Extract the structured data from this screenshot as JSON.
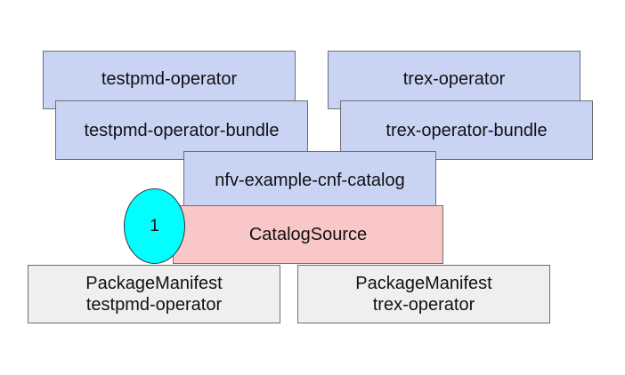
{
  "diagram": {
    "operators": {
      "testpmd": {
        "operator_label": "testpmd-operator",
        "bundle_label": "testpmd-operator-bundle"
      },
      "trex": {
        "operator_label": "trex-operator",
        "bundle_label": "trex-operator-bundle"
      }
    },
    "catalog": {
      "image_label": "nfv-example-cnf-catalog",
      "source_label": "CatalogSource",
      "callout_number": "1"
    },
    "package_manifests": [
      {
        "kind": "PackageManifest",
        "name": "testpmd-operator"
      },
      {
        "kind": "PackageManifest",
        "name": "trex-operator"
      }
    ],
    "colors": {
      "operator_box": "#c9d4f5",
      "catalog_source_box": "#f9c7c7",
      "package_manifest_box": "#efefef",
      "callout": "#00ffff",
      "border": "#6f6f6f"
    }
  }
}
